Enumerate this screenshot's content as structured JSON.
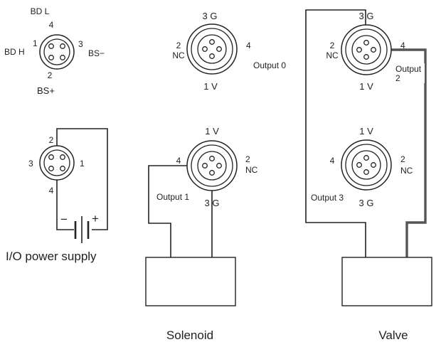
{
  "bus_connector": {
    "top_label": "BD L",
    "top_pin": "4",
    "left_label": "BD H",
    "left_pin": "1",
    "right_pin": "3",
    "right_label": "BS−",
    "bottom_pin": "2",
    "bottom_label": "BS+"
  },
  "power_connector": {
    "top_pin": "2",
    "left_pin": "3",
    "right_pin": "1",
    "bottom_pin": "4",
    "minus": "−",
    "plus": "+",
    "label": "I/O power supply"
  },
  "output0": {
    "top": "3  G",
    "left_pin": "2",
    "left_label": "NC",
    "right_pin": "4",
    "bottom": "1  V",
    "label": "Output 0"
  },
  "output1": {
    "top": "1  V",
    "left_pin": "4",
    "right_pin": "2",
    "right_label": "NC",
    "bottom": "3  G",
    "label": "Output 1"
  },
  "output2": {
    "top": "3  G",
    "left_pin": "2",
    "left_label": "NC",
    "right_pin": "4",
    "bottom": "1  V",
    "label": "Output\n2",
    "label_line1": "Output",
    "label_line2": "2"
  },
  "output3": {
    "top": "1  V",
    "left_pin": "4",
    "right_pin": "2",
    "right_label": "NC",
    "bottom": "3  G",
    "label": "Output 3"
  },
  "devices": {
    "solenoid": "Solenoid",
    "valve": "Valve"
  }
}
